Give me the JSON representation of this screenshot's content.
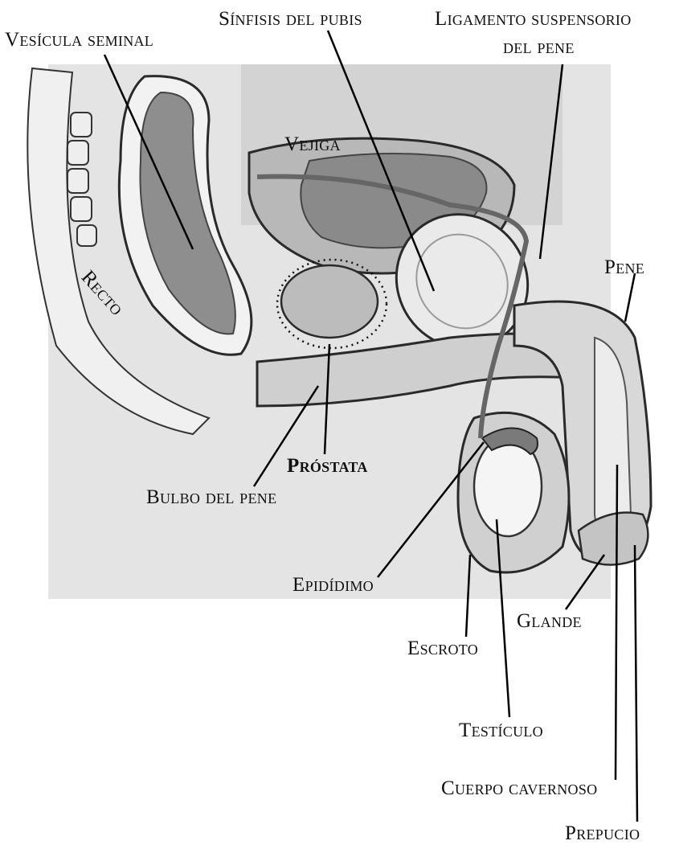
{
  "labels": {
    "vesicula": "Vesícula seminal",
    "sinfisis": "Sínfisis del pubis",
    "ligamento_1": "Ligamento suspensorio",
    "ligamento_2": "del pene",
    "vejiga": "Vejiga",
    "recto": "Recto",
    "pene": "Pene",
    "prostata": "Próstata",
    "bulbo": "Bulbo del pene",
    "epididimo": "Epidídimo",
    "glande": "Glande",
    "escroto": "Escroto",
    "testiculo": "Testículo",
    "cuerpo_cavernoso": "Cuerpo cavernoso",
    "prepucio": "Prepucio"
  },
  "colors": {
    "background": "#ffffff",
    "body_light": "#ececec",
    "body_mid": "#cfcfcf",
    "organ_dark": "#8e8e8e",
    "outline": "#2a2a2a",
    "leader_line": "#000000"
  }
}
